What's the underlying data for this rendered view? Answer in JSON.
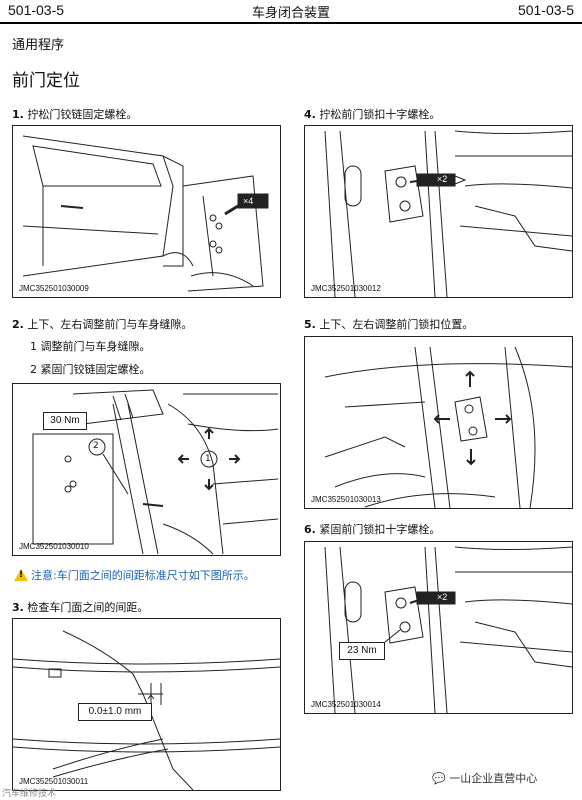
{
  "header": {
    "code_left": "501-03-5",
    "title": "车身闭合装置",
    "code_right": "501-03-5"
  },
  "section": "通用程序",
  "page_title": "前门定位",
  "steps": [
    {
      "num": "1.",
      "text": "拧松门铰链固定螺栓。",
      "figure_code": "JMC352501030009",
      "callouts": [
        "×4"
      ]
    },
    {
      "num": "2.",
      "text": "上下、左右调整前门与车身缝隙。",
      "sub": [
        "1 调整前门与车身缝隙。",
        "2 紧固门铰链固定螺栓。"
      ],
      "figure_code": "JMC352501030010",
      "callouts": [
        "30 Nm",
        "2",
        "1"
      ]
    },
    {
      "num": "3.",
      "text": "检查车门面之间的间距。",
      "figure_code": "JMC352501030011",
      "callouts": [
        "0.0±1.0 mm"
      ]
    },
    {
      "num": "4.",
      "text": "拧松前门锁扣十字螺栓。",
      "figure_code": "JMC352501030012",
      "callouts": [
        "×2"
      ]
    },
    {
      "num": "5.",
      "text": "上下、左右调整前门锁扣位置。",
      "figure_code": "JMC352501030013"
    },
    {
      "num": "6.",
      "text": "紧固前门锁扣十字螺栓。",
      "figure_code": "JMC352501030014",
      "callouts": [
        "×2",
        "23 Nm"
      ]
    }
  ],
  "caution": {
    "label": "注意:",
    "text": "车门面之间的间距标准尺寸如下图所示。",
    "icon": "warning-triangle-icon",
    "color": "#1a5fb4"
  },
  "watermark": {
    "right": "一山企业直营中心",
    "left": "汽车维修技术"
  }
}
